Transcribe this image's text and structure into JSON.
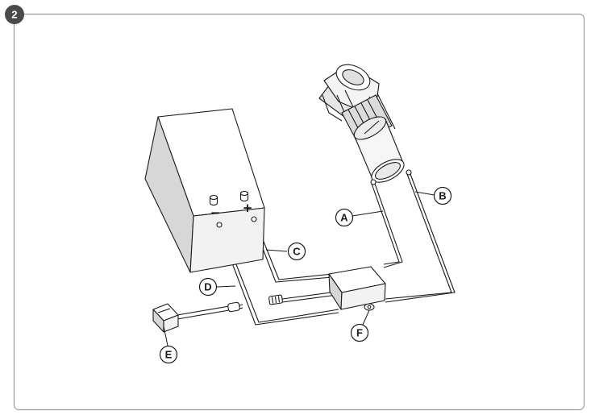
{
  "step_badge": "2",
  "callouts": {
    "a": "A",
    "b": "B",
    "c": "C",
    "d": "D",
    "e": "E",
    "f": "F"
  },
  "battery": {
    "negative_symbol": "−",
    "positive_symbol": "+"
  },
  "colors": {
    "frame": "#9a9a9a",
    "badge": "#4a4a4a",
    "line": "#1a1a1a",
    "battery_front": "#f2f2f2",
    "battery_side": "#d7d7d7",
    "battery_top": "#ffffff"
  },
  "icons": [
    "winch-icon",
    "battery-icon",
    "control-box-icon",
    "switch-icon"
  ]
}
